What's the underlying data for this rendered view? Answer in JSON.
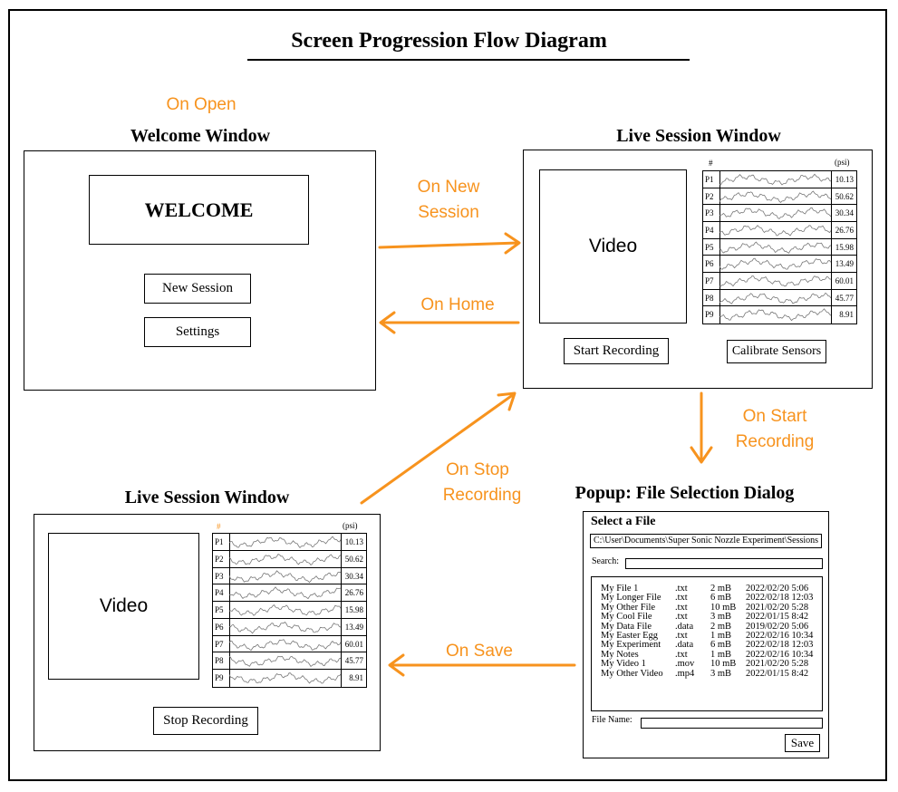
{
  "title": "Screen Progression Flow Diagram",
  "orange_color": "#f7931e",
  "transitions": {
    "on_open": "On Open",
    "on_new_session_1": "On New",
    "on_new_session_2": "Session",
    "on_home": "On Home",
    "on_start_recording_1": "On Start",
    "on_start_recording_2": "Recording",
    "on_stop_recording_1": "On Stop",
    "on_stop_recording_2": "Recording",
    "on_save": "On Save"
  },
  "welcome": {
    "heading": "Welcome Window",
    "banner": "WELCOME",
    "new_session": "New Session",
    "settings": "Settings"
  },
  "live_top": {
    "heading": "Live Session Window",
    "video": "Video",
    "hash": "#",
    "unit": "(psi)",
    "start_recording": "Start Recording",
    "calibrate": "Calibrate Sensors"
  },
  "live_bottom": {
    "heading": "Live Session Window",
    "video": "Video",
    "hash": "#",
    "unit": "(psi)",
    "stop_recording": "Stop Recording"
  },
  "sensors": [
    {
      "label": "P1",
      "value": "10.13"
    },
    {
      "label": "P2",
      "value": "50.62"
    },
    {
      "label": "P3",
      "value": "30.34"
    },
    {
      "label": "P4",
      "value": "26.76"
    },
    {
      "label": "P5",
      "value": "15.98"
    },
    {
      "label": "P6",
      "value": "13.49"
    },
    {
      "label": "P7",
      "value": "60.01"
    },
    {
      "label": "P8",
      "value": "45.77"
    },
    {
      "label": "P9",
      "value": "8.91"
    }
  ],
  "popup": {
    "heading": "Popup: File Selection Dialog",
    "title": "Select a File",
    "path": "C:\\User\\Documents\\Super Sonic Nozzle Experiment\\Sessions",
    "search_label": "Search:",
    "search_value": "",
    "file_name_label": "File Name:",
    "file_name_value": "",
    "save": "Save",
    "files": [
      {
        "name": "My File 1",
        "ext": ".txt",
        "size": "2 mB",
        "date": "2022/02/20 5:06"
      },
      {
        "name": "My Longer File",
        "ext": ".txt",
        "size": "6 mB",
        "date": "2022/02/18 12:03"
      },
      {
        "name": "My Other File",
        "ext": ".txt",
        "size": "10 mB",
        "date": "2021/02/20 5:28"
      },
      {
        "name": "My Cool File",
        "ext": ".txt",
        "size": "3 mB",
        "date": "2022/01/15 8:42"
      },
      {
        "name": "My Data File",
        "ext": ".data",
        "size": "2 mB",
        "date": "2019/02/20 5:06"
      },
      {
        "name": "My Easter Egg",
        "ext": ".txt",
        "size": "1 mB",
        "date": "2022/02/16 10:34"
      },
      {
        "name": "My Experiment",
        "ext": ".data",
        "size": "6 mB",
        "date": "2022/02/18 12:03"
      },
      {
        "name": "My Notes",
        "ext": ".txt",
        "size": "1 mB",
        "date": "2022/02/16 10:34"
      },
      {
        "name": "My Video 1",
        "ext": ".mov",
        "size": "10 mB",
        "date": "2021/02/20 5:28"
      },
      {
        "name": "My Other Video",
        "ext": ".mp4",
        "size": "3 mB",
        "date": "2022/01/15 8:42"
      }
    ]
  }
}
